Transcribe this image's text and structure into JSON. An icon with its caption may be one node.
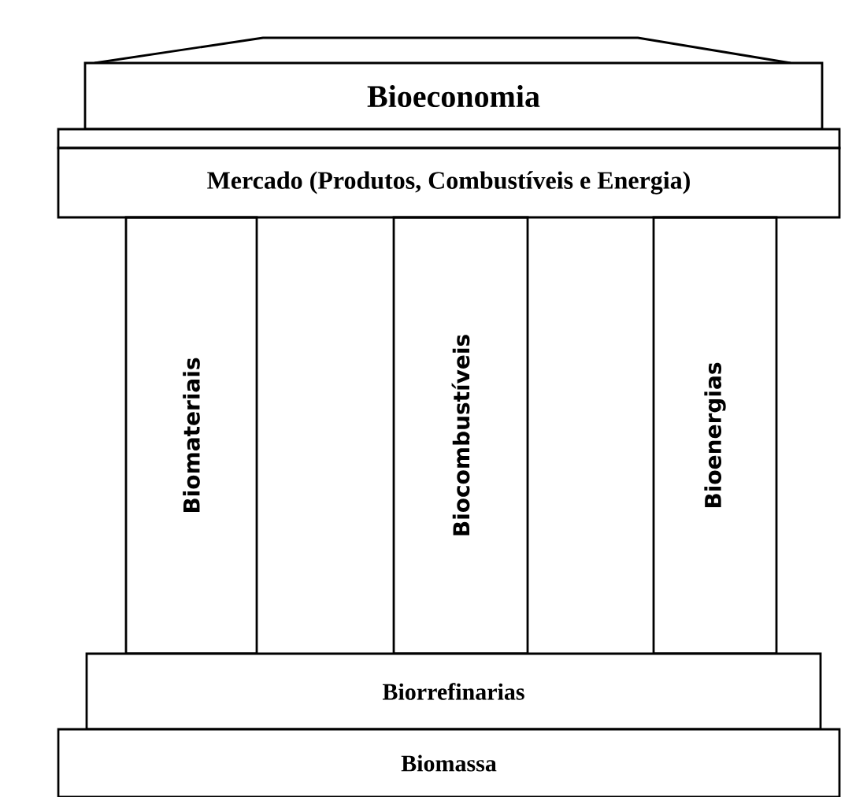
{
  "diagram": {
    "nodes": [
      {
        "text": [
          "Bioeconomia"
        ]
      },
      {
        "text": [],
        "shape": "bar"
      },
      {
        "text": [
          "Mercado (Produtos, Combustíveis e Energia)"
        ]
      },
      {
        "text": [
          "Biomateriais"
        ]
      },
      {
        "text": [
          "Biocombustíveis"
        ]
      },
      {
        "text": [
          "Bioenergias"
        ]
      },
      {
        "text": [
          "Biorrefinarias"
        ]
      },
      {
        "text": [
          "Biomassa"
        ]
      }
    ]
  }
}
